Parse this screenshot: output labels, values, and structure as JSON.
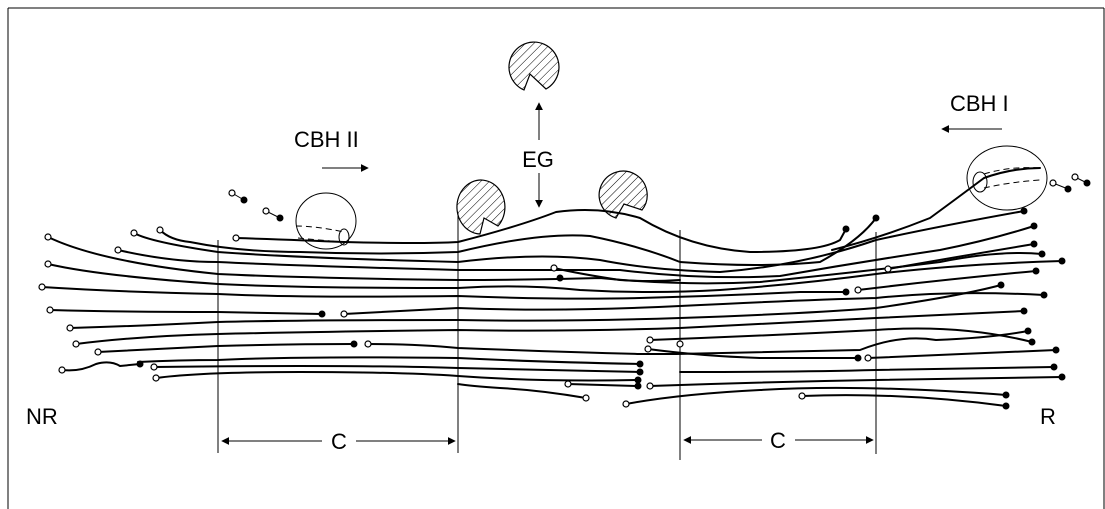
{
  "labels": {
    "left_end": "NR",
    "right_end": "R",
    "left_enzyme": "CBH II",
    "right_enzyme": "CBH I",
    "center_enzyme": "EG",
    "crystalline_region_1": "C",
    "crystalline_region_2": "C"
  },
  "colors": {
    "stroke": "#000000",
    "background": "#ffffff",
    "hatch": "#000000"
  },
  "icons": {
    "eg_enzyme": "hatched-pacman-shape",
    "cbh_enzyme": "ellipsoid-tunnel-shape",
    "reducing_end": "filled-circle",
    "nonreducing_end": "open-circle"
  }
}
